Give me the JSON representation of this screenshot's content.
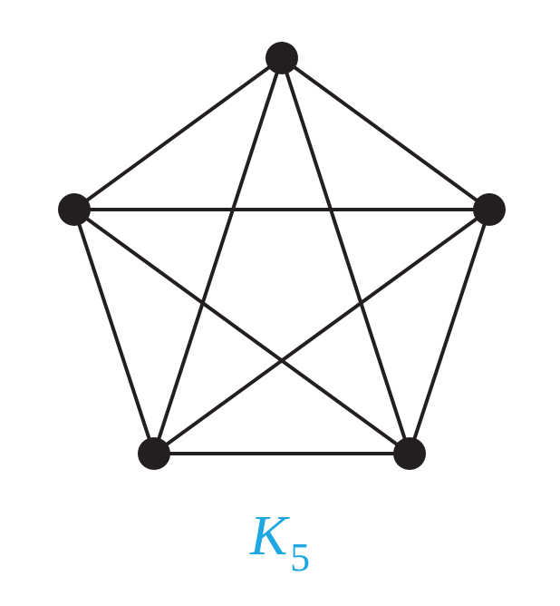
{
  "graph": {
    "vertices": [
      "v1",
      "v2",
      "v3",
      "v4",
      "v5"
    ],
    "edges": [
      [
        "v1",
        "v2"
      ],
      [
        "v1",
        "v3"
      ],
      [
        "v1",
        "v4"
      ],
      [
        "v1",
        "v5"
      ],
      [
        "v2",
        "v3"
      ],
      [
        "v2",
        "v4"
      ],
      [
        "v2",
        "v5"
      ],
      [
        "v3",
        "v4"
      ],
      [
        "v3",
        "v5"
      ],
      [
        "v4",
        "v5"
      ]
    ],
    "vertex_color": "#231f20",
    "edge_color": "#231f20"
  },
  "caption": {
    "main": "K",
    "subscript": "5",
    "color": "#1ea7e1"
  }
}
